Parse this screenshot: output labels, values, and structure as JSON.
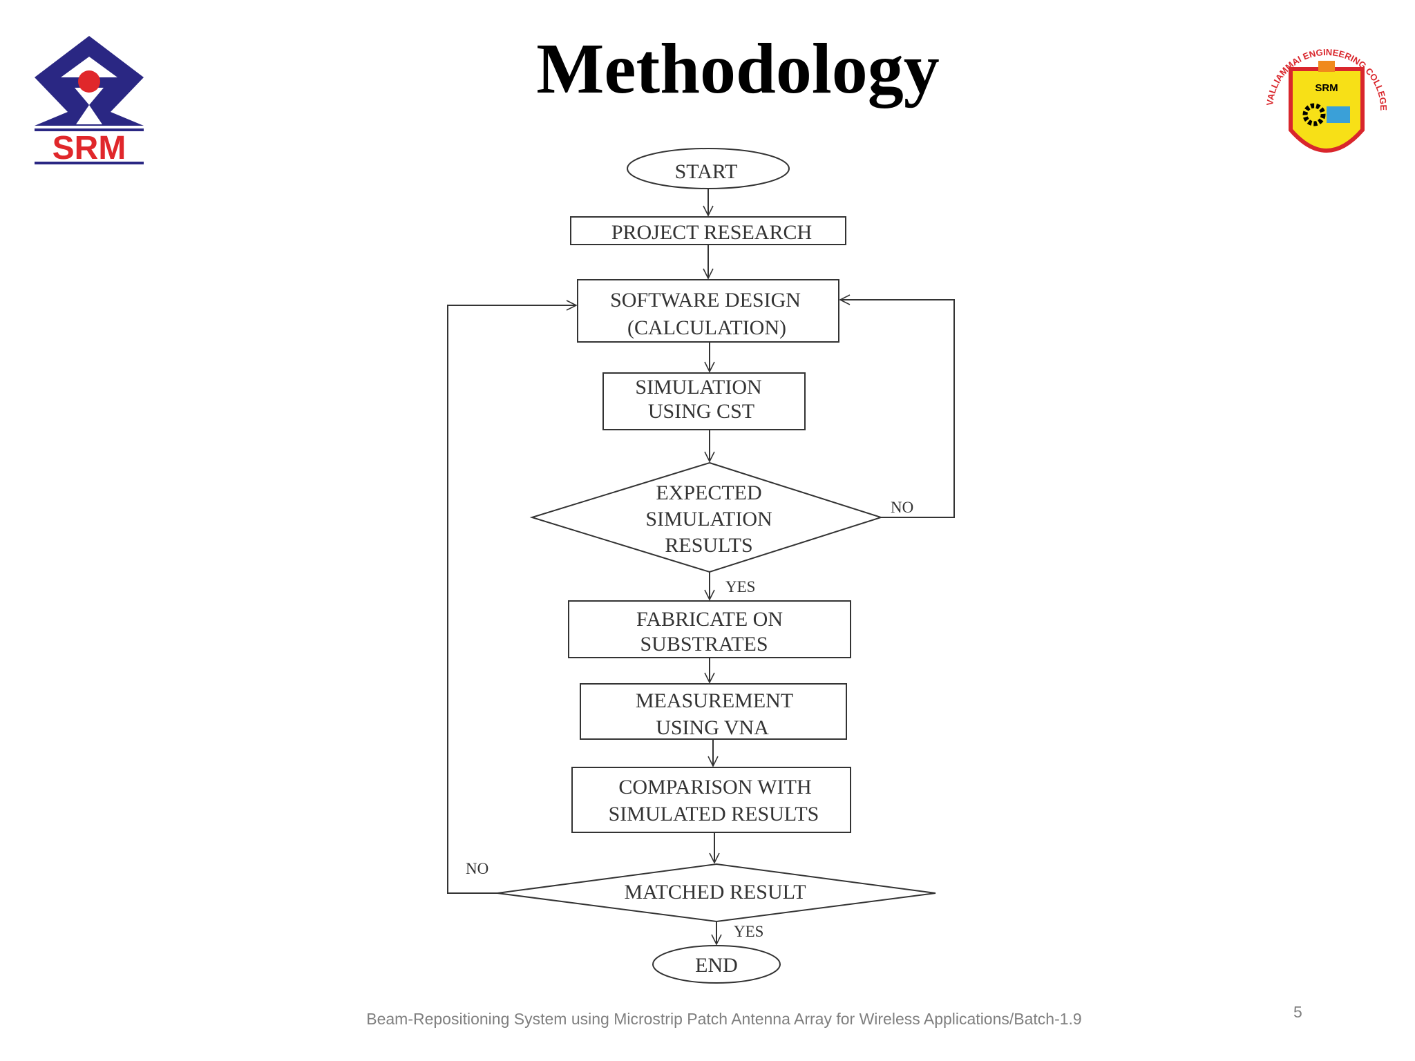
{
  "slide": {
    "title": "Methodology",
    "footer": "Beam-Repositioning System using Microstrip Patch Antenna Array for Wireless Applications/Batch-1.9",
    "page_number": "5"
  },
  "logos": {
    "left": {
      "text": "SRM",
      "colors": {
        "blue": "#2a2783",
        "red": "#e0272b"
      }
    },
    "right": {
      "ring_text": "VALLIAMMAI ENGINEERING COLLEGE",
      "shield_text": "SRM",
      "colors": {
        "red": "#d9262c",
        "yellow": "#f7e017",
        "blue": "#3aa0d8"
      }
    }
  },
  "flowchart": {
    "start": "START",
    "project_research": "PROJECT RESEARCH",
    "software_design": [
      "SOFTWARE DESIGN",
      "(CALCULATION)"
    ],
    "simulation": [
      "SIMULATION",
      "USING CST"
    ],
    "expected_results": [
      "EXPECTED",
      "SIMULATION",
      "RESULTS"
    ],
    "fabricate": [
      "FABRICATE ON",
      "SUBSTRATES"
    ],
    "measurement": [
      "MEASUREMENT",
      "USING VNA"
    ],
    "comparison": [
      "COMPARISON WITH",
      "SIMULATED RESULTS"
    ],
    "matched_result": "MATCHED RESULT",
    "end": "END",
    "labels": {
      "no_1": "NO",
      "yes_1": "YES",
      "no_2": "NO",
      "yes_2": "YES"
    }
  }
}
